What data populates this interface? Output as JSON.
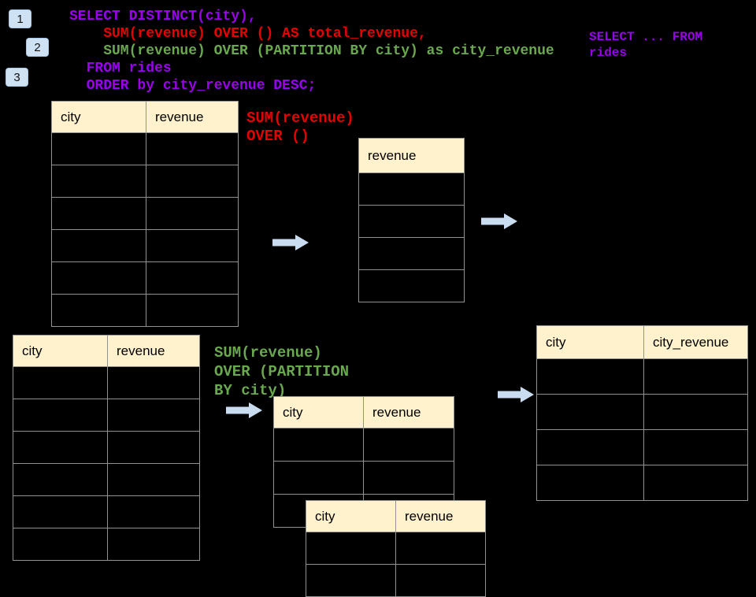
{
  "colors": {
    "background": "#000000",
    "purple": "#9900ee",
    "red": "#e60000",
    "green": "#6aa84f",
    "header_fill": "#fff2cc",
    "arrow_fill": "#c9dcf0",
    "badge_fill": "#cfe2f3",
    "table_border": "#929292",
    "text": "#000000"
  },
  "steps": [
    {
      "label": "1"
    },
    {
      "label": "2"
    },
    {
      "label": "3"
    }
  ],
  "sql_code": {
    "lines": [
      {
        "text": "SELECT DISTINCT(city),",
        "color": "purple"
      },
      {
        "text": "    SUM(revenue) OVER () AS total_revenue,",
        "color": "red"
      },
      {
        "text": "    SUM(revenue) OVER (PARTITION BY city) as city_revenue",
        "color": "green"
      },
      {
        "text": "  FROM rides",
        "color": "purple"
      },
      {
        "text": "  ORDER by city_revenue DESC;",
        "color": "purple"
      }
    ]
  },
  "side_note": {
    "lines": [
      "SELECT ... FROM",
      "rides"
    ]
  },
  "annotations": {
    "total": {
      "lines": [
        "SUM(revenue)",
        "OVER ()"
      ]
    },
    "partition": {
      "lines": [
        "SUM(revenue)",
        "OVER (PARTITION",
        "BY city)"
      ]
    }
  },
  "tables": {
    "source_top": {
      "columns": [
        "city",
        "revenue"
      ],
      "empty_rows": 6
    },
    "total_revenue": {
      "columns": [
        "revenue"
      ],
      "empty_rows": 4
    },
    "source_bottom": {
      "columns": [
        "city",
        "revenue"
      ],
      "empty_rows": 6
    },
    "partition_mid": {
      "columns": [
        "city",
        "revenue"
      ],
      "empty_rows": 3
    },
    "partition_overlay": {
      "columns": [
        "city",
        "revenue"
      ],
      "empty_rows": 2
    },
    "result_right": {
      "columns": [
        "city",
        "city_revenue"
      ],
      "empty_rows": 4
    }
  }
}
